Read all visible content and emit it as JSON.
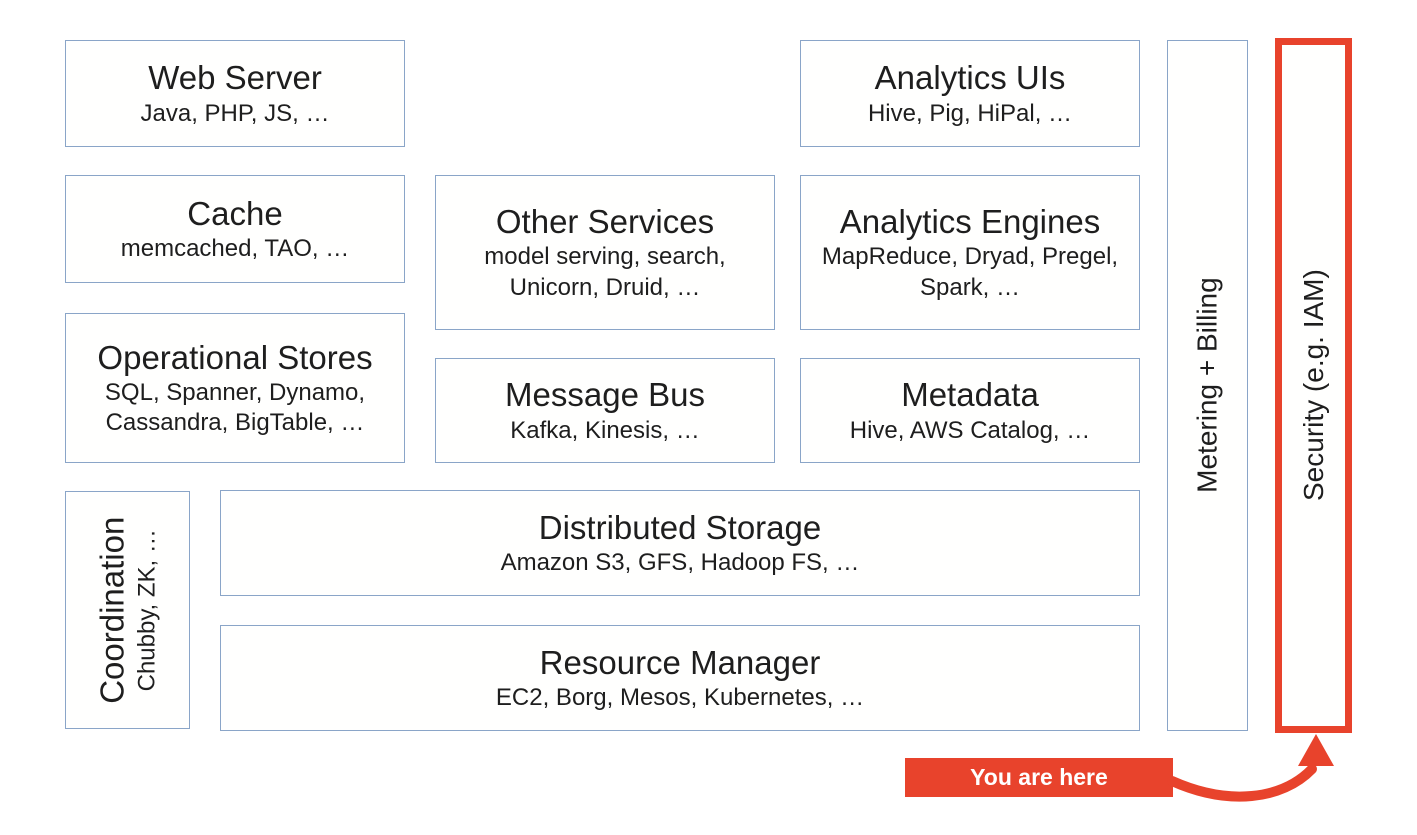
{
  "colors": {
    "box_border": "#8AA5C8",
    "highlight": "#E8432C",
    "callout_bg": "#E8432C",
    "callout_text": "#FFFFFF",
    "text": "#1E1E1E",
    "background": "#FFFFFF"
  },
  "boxes": {
    "web_server": {
      "title": "Web Server",
      "subtitle": "Java, PHP, JS, …"
    },
    "analytics_uis": {
      "title": "Analytics UIs",
      "subtitle": "Hive, Pig, HiPal, …"
    },
    "cache": {
      "title": "Cache",
      "subtitle": "memcached, TAO, …"
    },
    "other_services": {
      "title": "Other Services",
      "subtitle": "model serving, search, Unicorn, Druid, …"
    },
    "analytics_engines": {
      "title": "Analytics Engines",
      "subtitle": "MapReduce, Dryad, Pregel, Spark, …"
    },
    "operational_stores": {
      "title": "Operational Stores",
      "subtitle": "SQL, Spanner, Dynamo, Cassandra, BigTable, …"
    },
    "message_bus": {
      "title": "Message Bus",
      "subtitle": "Kafka, Kinesis, …"
    },
    "metadata": {
      "title": "Metadata",
      "subtitle": "Hive, AWS Catalog, …"
    },
    "coordination": {
      "title": "Coordination",
      "subtitle": "Chubby, ZK, …"
    },
    "distributed_storage": {
      "title": "Distributed Storage",
      "subtitle": "Amazon S3, GFS, Hadoop FS, …"
    },
    "resource_manager": {
      "title": "Resource Manager",
      "subtitle": "EC2, Borg, Mesos, Kubernetes, …"
    },
    "metering_billing": {
      "title": "Metering + Billing"
    },
    "security": {
      "title": "Security (e.g. IAM)",
      "highlighted": true
    }
  },
  "callout": {
    "label": "You are here"
  }
}
